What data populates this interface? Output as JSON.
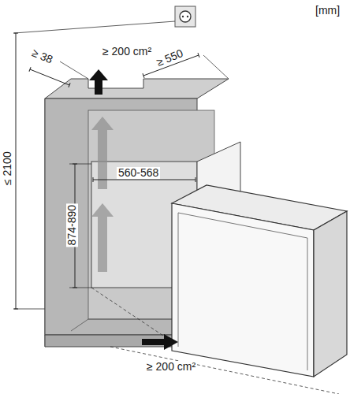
{
  "diagram": {
    "labels": [
      "[mm]",
      "≥ 38",
      "≥ 200 cm²",
      "≥ 550",
      "≤ 2100",
      "560-568",
      "874-890",
      "≥ 200 cm²"
    ]
  }
}
